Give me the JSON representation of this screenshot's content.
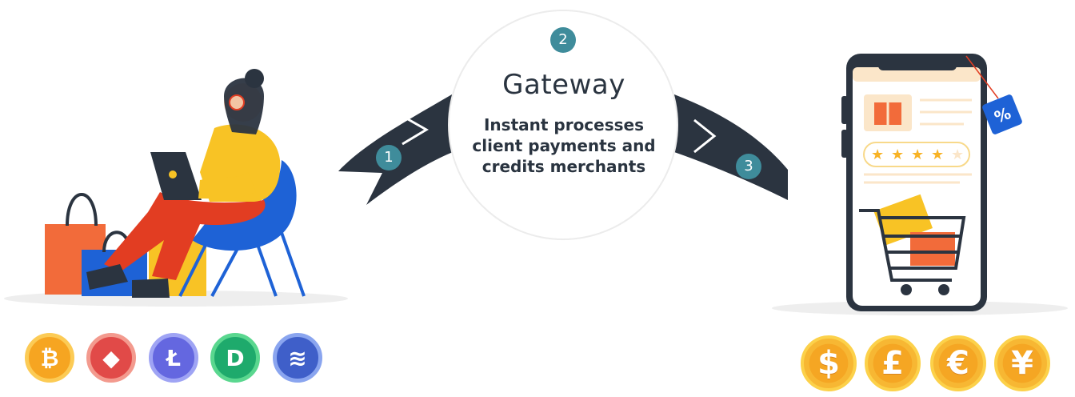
{
  "gateway": {
    "title": "Gateway",
    "description": "Instant processes client payments and credits merchants"
  },
  "steps": [
    "1",
    "2",
    "3"
  ],
  "crypto_coins": [
    {
      "name": "bitcoin",
      "symbol": "₿",
      "color": "#f6a521"
    },
    {
      "name": "ethereum",
      "symbol": "◆",
      "color": "#e14a48"
    },
    {
      "name": "litecoin",
      "symbol": "Ł",
      "color": "#6467e0"
    },
    {
      "name": "dash",
      "symbol": "D",
      "color": "#1eaa6c"
    },
    {
      "name": "layers",
      "symbol": "≋",
      "color": "#3f5fc9"
    }
  ],
  "fiat_coins": [
    {
      "name": "dollar",
      "symbol": "$"
    },
    {
      "name": "pound",
      "symbol": "£"
    },
    {
      "name": "euro",
      "symbol": "€"
    },
    {
      "name": "yen",
      "symbol": "¥"
    }
  ],
  "phone": {
    "discount_tag": "%",
    "rating_stars": 4,
    "rating_max": 5
  },
  "colors": {
    "arrow": "#2b3440",
    "step_badge": "#3f8c9b",
    "accent_orange": "#f26b3a",
    "accent_yellow": "#f8c325",
    "chair_blue": "#1e62d6"
  }
}
